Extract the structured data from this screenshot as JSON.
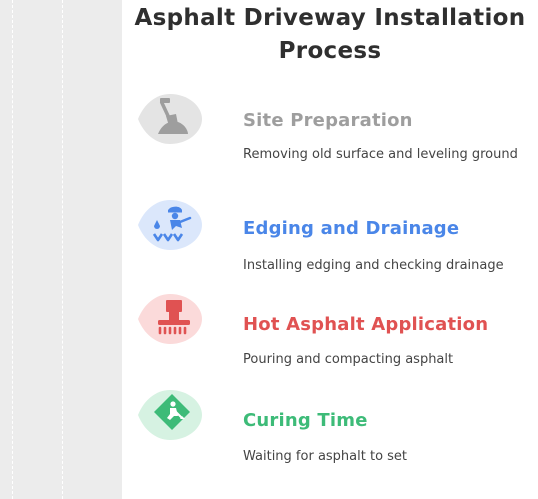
{
  "title": "Asphalt Driveway Installation Process",
  "steps": [
    {
      "title": "Site Preparation",
      "description": "Removing old surface and leveling ground",
      "color": "#9e9e9e",
      "bg": "#e4e4e4",
      "icon": "shovel-dirt-icon"
    },
    {
      "title": "Edging and Drainage",
      "description": "Installing edging and checking drainage",
      "color": "#4a86e8",
      "bg": "#dbe7fb",
      "icon": "worker-drainage-icon"
    },
    {
      "title": "Hot Asphalt Application",
      "description": "Pouring and compacting asphalt",
      "color": "#e05252",
      "bg": "#fbdada",
      "icon": "asphalt-roller-icon"
    },
    {
      "title": "Curing Time",
      "description": "Waiting for asphalt to set",
      "color": "#3dbb78",
      "bg": "#d6f2e2",
      "icon": "road-work-sign-icon"
    }
  ]
}
